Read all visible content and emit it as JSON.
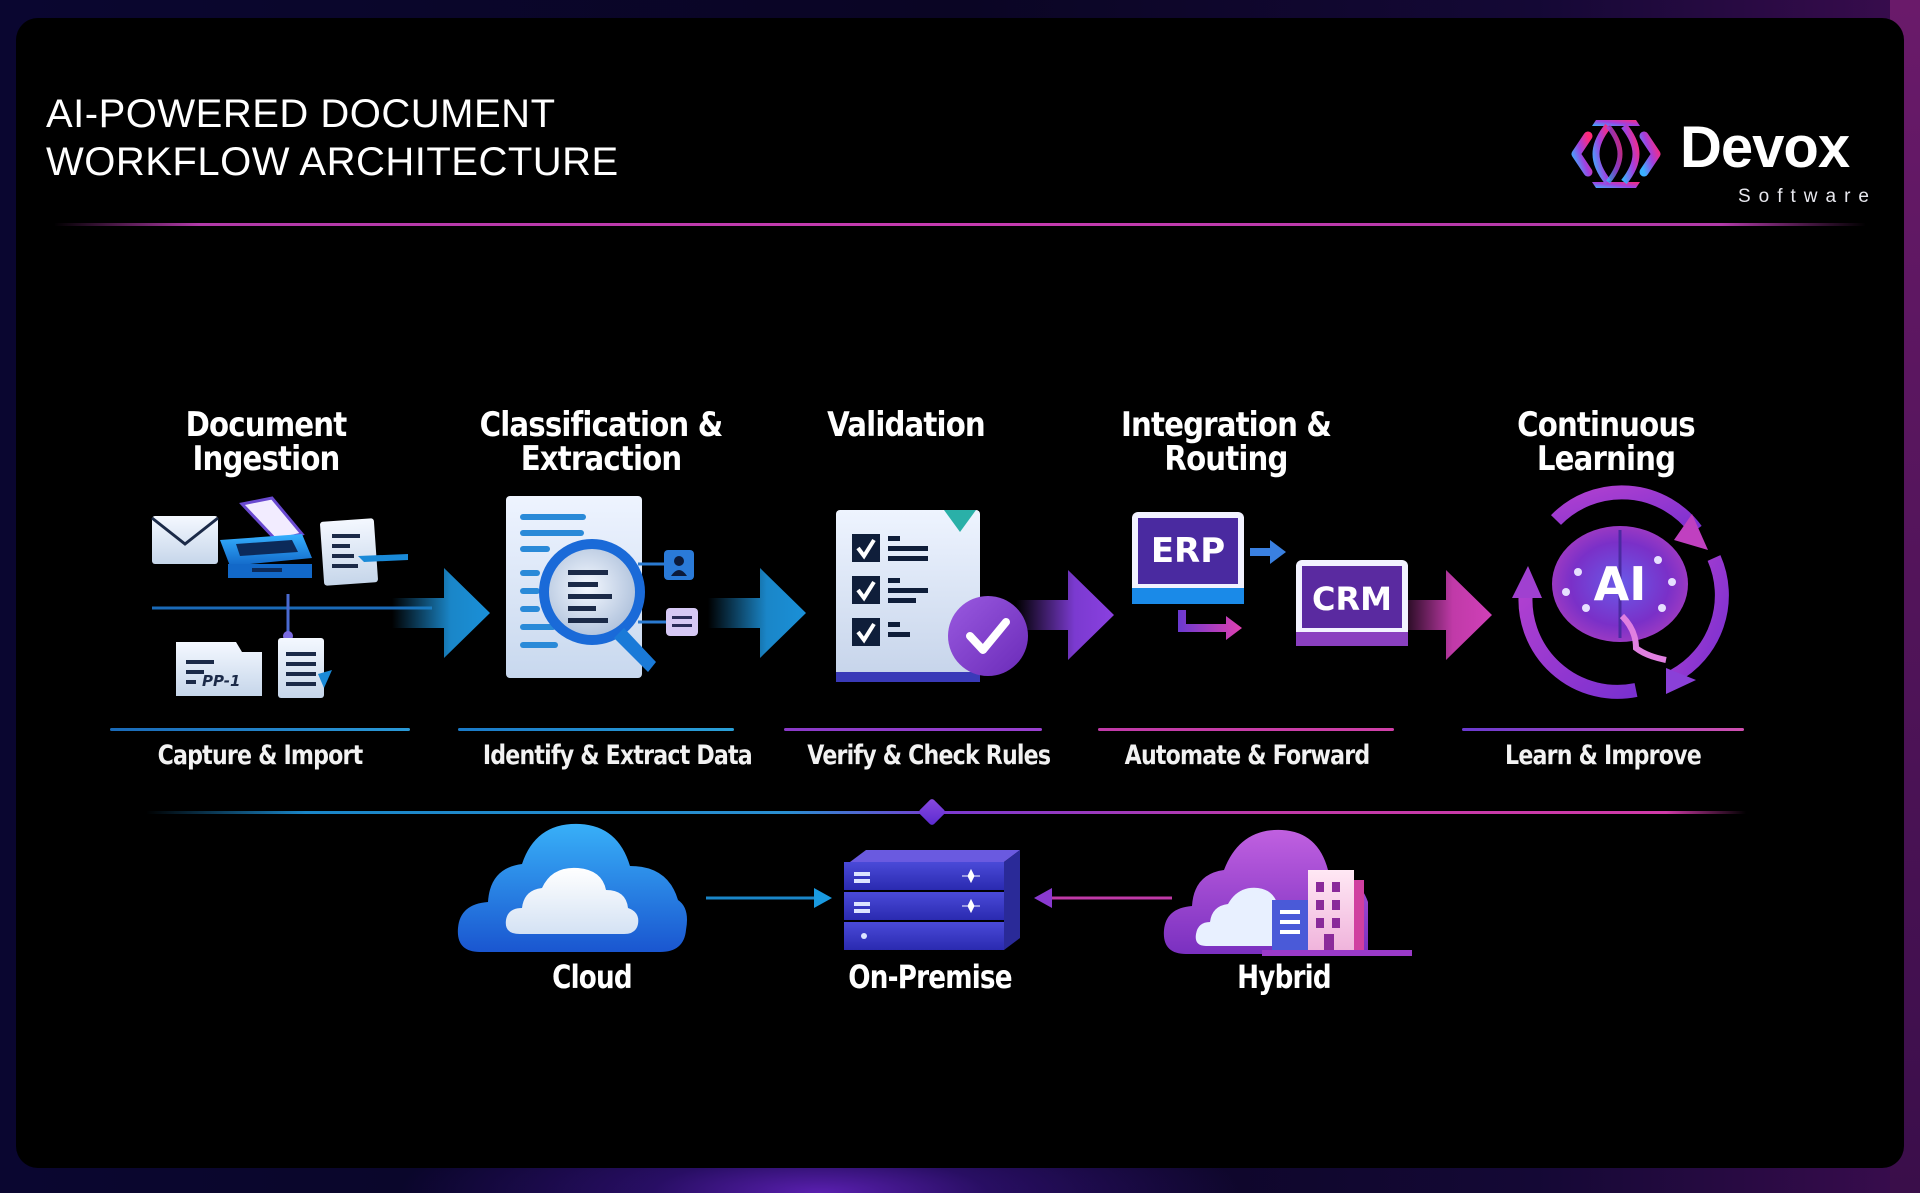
{
  "header": {
    "title_line1": "AI-POWERED DOCUMENT",
    "title_line2": "WORKFLOW ARCHITECTURE"
  },
  "logo": {
    "word": "Devox",
    "sub": "Software"
  },
  "stages": [
    {
      "title": "Document Ingestion",
      "subtitle": "Capture & Import",
      "icon": "document-ingestion-icon",
      "accent": "#1a86c8"
    },
    {
      "title_line1": "Classification &",
      "title_line2": "Extraction",
      "subtitle": "Identify & Extract Data",
      "icon": "magnifier-document-icon",
      "accent": "#1a86c8"
    },
    {
      "title": "Validation",
      "subtitle": "Verify & Check Rules",
      "icon": "checklist-icon",
      "accent": "#7b3ad0"
    },
    {
      "title": "Integration & Routing",
      "subtitle": "Automate & Forward",
      "icon": "erp-crm-icon",
      "accent": "#c03aa8",
      "erp_label": "ERP",
      "crm_label": "CRM"
    },
    {
      "title": "Continuous Learning",
      "subtitle": "Learn & Improve",
      "icon": "ai-brain-cycle-icon",
      "accent": "#a040c0",
      "ai_label": "AI"
    }
  ],
  "ingestion_icon": {
    "doc_code": "PP-1"
  },
  "deployment": [
    {
      "label": "Cloud",
      "icon": "cloud-icon",
      "color": "#1f7ae0"
    },
    {
      "label": "On-Premise",
      "icon": "server-rack-icon",
      "color": "#3a3ac0"
    },
    {
      "label": "Hybrid",
      "icon": "hybrid-cloud-building-icon",
      "color": "#a040c8"
    }
  ],
  "colors": {
    "blue": "#1a86c8",
    "purple": "#7b3ad0",
    "magenta": "#c63bb0",
    "background": "#000000"
  }
}
